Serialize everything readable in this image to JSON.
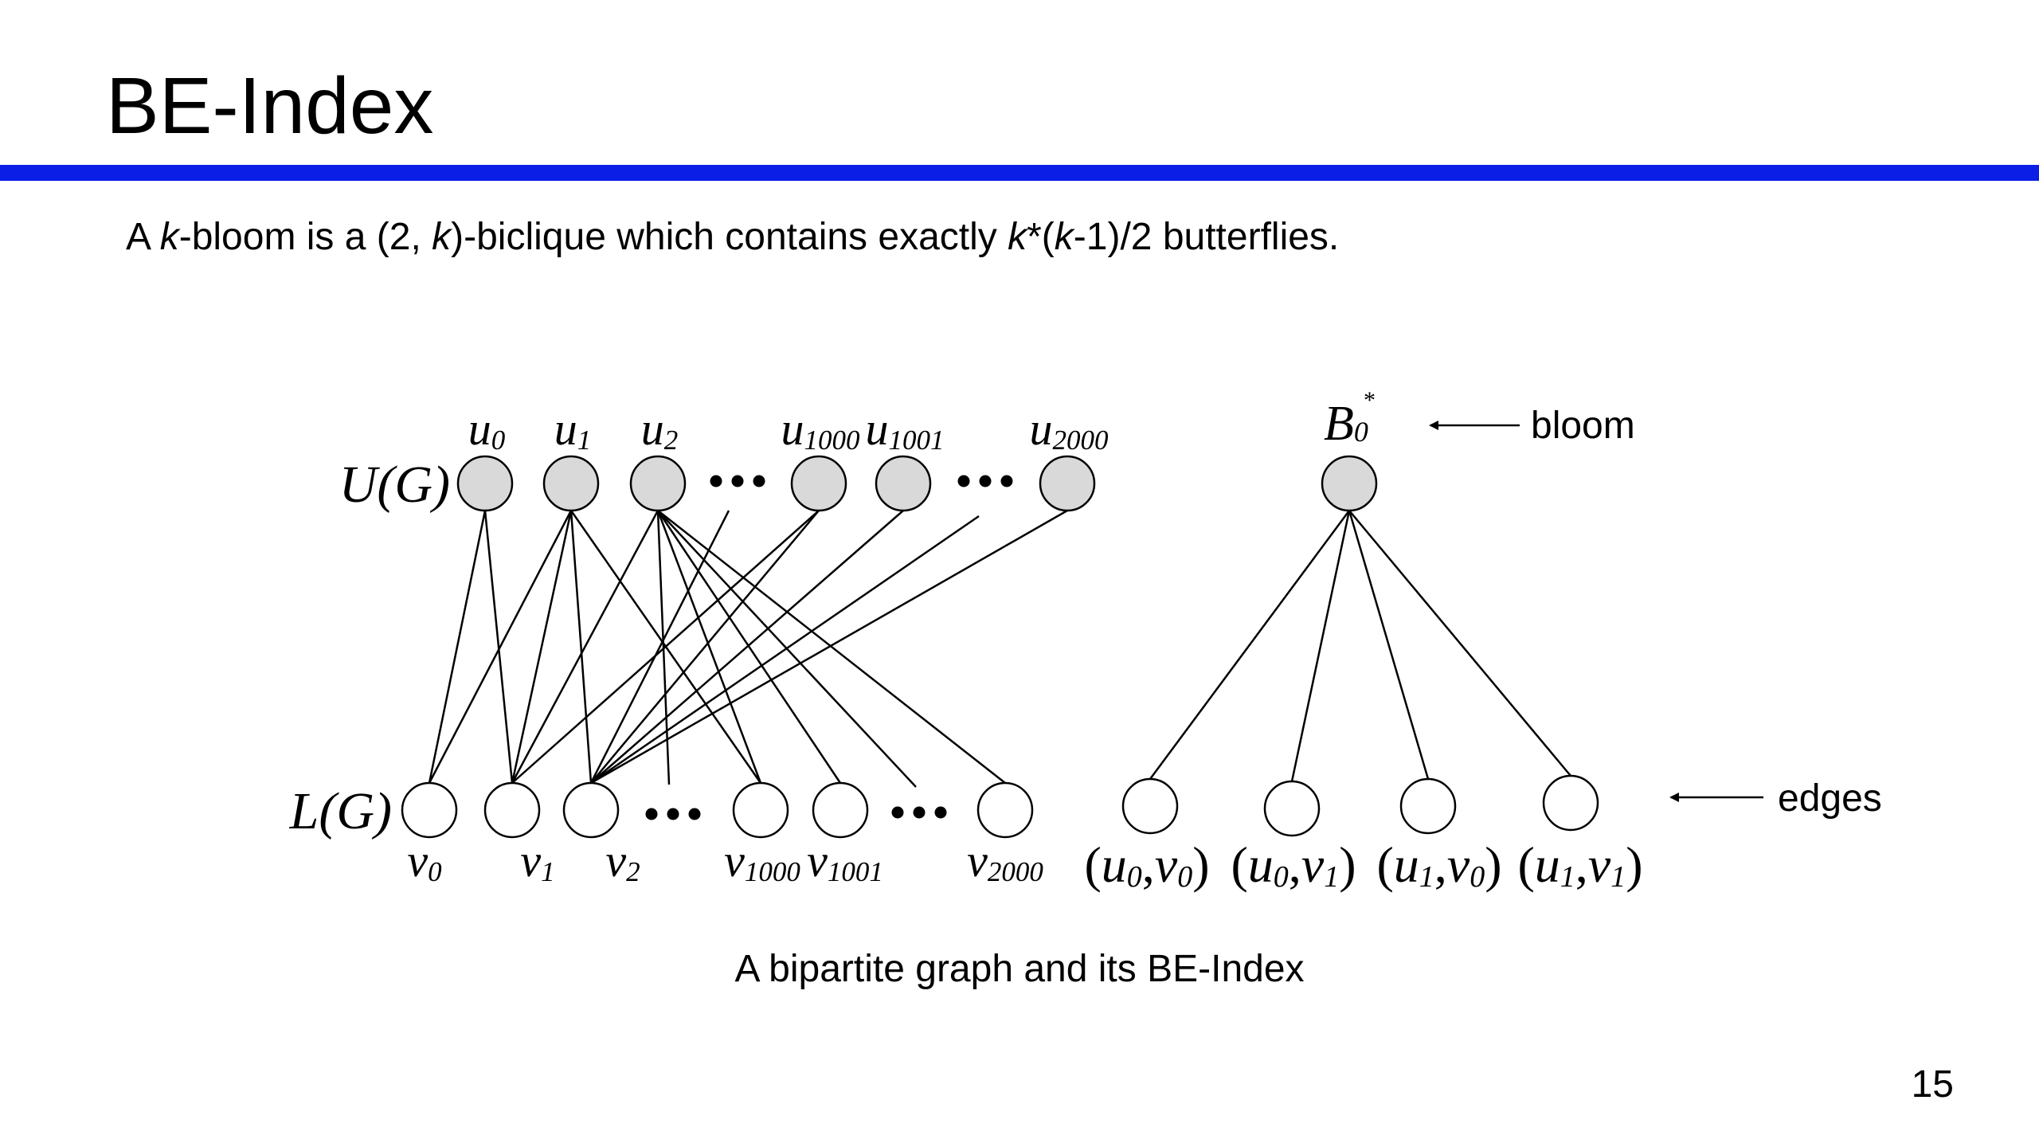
{
  "slide": {
    "title": "BE-Index",
    "definition": {
      "p1": "A ",
      "k1": "k",
      "p2": "-bloom is a (2, ",
      "k2": "k",
      "p3": ")-biclique which contains exactly ",
      "k3": "k",
      "p4": "*(",
      "k4": "k",
      "p5": "-1)/2 butterflies."
    },
    "caption": "A bipartite graph and its BE-Index",
    "page_number": "15"
  },
  "graph": {
    "upper_set_label": "U(G)",
    "lower_set_label": "L(G)",
    "upper_nodes": [
      {
        "id": "u0",
        "base": "u",
        "sub": "0"
      },
      {
        "id": "u1",
        "base": "u",
        "sub": "1"
      },
      {
        "id": "u2",
        "base": "u",
        "sub": "2"
      },
      {
        "id": "u1000",
        "base": "u",
        "sub": "1000"
      },
      {
        "id": "u1001",
        "base": "u",
        "sub": "1001"
      },
      {
        "id": "u2000",
        "base": "u",
        "sub": "2000"
      }
    ],
    "lower_nodes": [
      {
        "id": "v0",
        "base": "v",
        "sub": "0"
      },
      {
        "id": "v1",
        "base": "v",
        "sub": "1"
      },
      {
        "id": "v2",
        "base": "v",
        "sub": "2"
      },
      {
        "id": "v1000",
        "base": "v",
        "sub": "1000"
      },
      {
        "id": "v1001",
        "base": "v",
        "sub": "1001"
      },
      {
        "id": "v2000",
        "base": "v",
        "sub": "2000"
      }
    ],
    "edges": [
      [
        "u0",
        "v0"
      ],
      [
        "u0",
        "v1"
      ],
      [
        "u1",
        "v0"
      ],
      [
        "u1",
        "v1"
      ],
      [
        "u1",
        "v2"
      ],
      [
        "u1",
        "v1000"
      ],
      [
        "u2",
        "v1"
      ],
      [
        "u2",
        "v1000"
      ],
      [
        "u2",
        "v1001"
      ],
      [
        "u2",
        "v2000"
      ],
      [
        "u1000",
        "v1"
      ],
      [
        "u1000",
        "v2"
      ],
      [
        "u1001",
        "v2"
      ],
      [
        "u2000",
        "v2"
      ]
    ],
    "ellipsis": "•••"
  },
  "be_index": {
    "bloom_node": {
      "base": "B",
      "sub": "0",
      "sup": "*"
    },
    "bloom_annotation": "bloom",
    "edges_annotation": "edges",
    "edge_nodes": [
      {
        "u": "0",
        "v": "0"
      },
      {
        "u": "0",
        "v": "1"
      },
      {
        "u": "1",
        "v": "0"
      },
      {
        "u": "1",
        "v": "1"
      }
    ]
  },
  "colors": {
    "title_rule": "#0a1ee6",
    "upper_node_fill": "#d9d9d9",
    "lower_node_fill": "#ffffff",
    "stroke": "#000000"
  }
}
